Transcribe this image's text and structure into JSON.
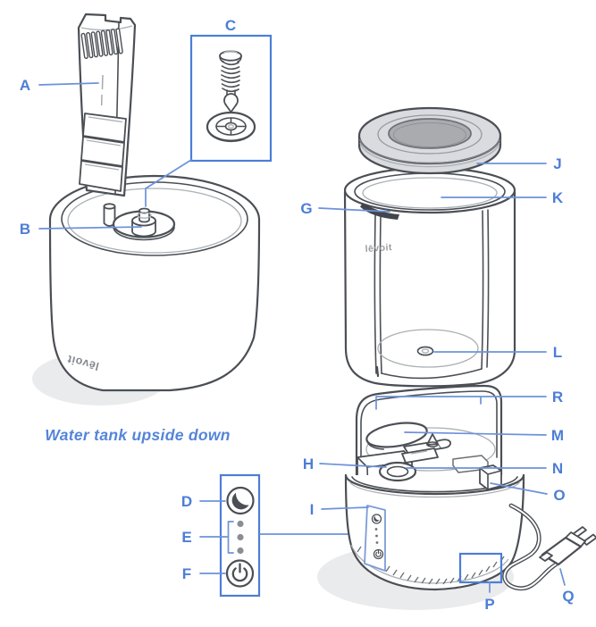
{
  "diagram": {
    "caption": "Water tank upside down",
    "brand": "lēvoit",
    "labels": {
      "a": "A",
      "b": "B",
      "c": "C",
      "d": "D",
      "e": "E",
      "f": "F",
      "g": "G",
      "h": "H",
      "i": "I",
      "j": "J",
      "k": "K",
      "l": "L",
      "m": "M",
      "n": "N",
      "o": "O",
      "p": "P",
      "q": "Q",
      "r": "R"
    }
  },
  "colors": {
    "label_blue": "#4c7ed6",
    "leader_blue": "#6d92da",
    "caption_blue": "#5585d8",
    "outline_dark": "#4b4f55",
    "lid_gray": "#d9dbde",
    "lid_hole_gray": "#a9abaf",
    "shadow_gray": "#eaebec",
    "slot_dark": "#42464c"
  }
}
